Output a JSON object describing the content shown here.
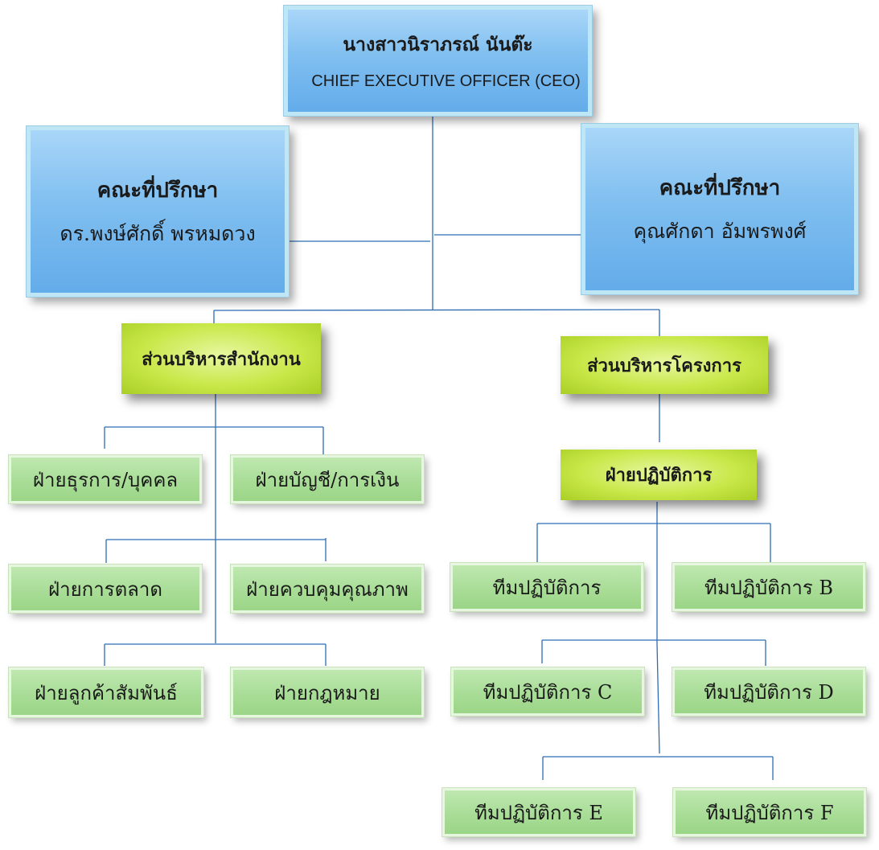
{
  "ceo": {
    "name": "นางสาวนิราภรณ์ นันต๊ะ",
    "title": "CHIEF EXECUTIVE OFFICER (CEO)"
  },
  "advisors": [
    {
      "title": "คณะที่ปรึกษา",
      "name": "ดร.พงษ์ศักดิ์ พรหมดวง"
    },
    {
      "title": "คณะที่ปรึกษา",
      "name": "คุณศักดา อัมพรพงศ์"
    }
  ],
  "office_admin": {
    "label": "ส่วนบริหารสำนักงาน",
    "departments": [
      "ฝ่ายธุรการ/บุคคล",
      "ฝ่ายบัญชี/การเงิน",
      "ฝ่ายการตลาด",
      "ฝ่ายควบคุมคุณภาพ",
      "ฝ่ายลูกค้าสัมพันธ์",
      "ฝ่ายกฎหมาย"
    ]
  },
  "project_admin": {
    "label": "ส่วนบริหารโครงการ",
    "operations": "ฝ่ายปฏิบัติการ",
    "teams": [
      "ทีมปฏิบัติการ",
      "ทีมปฏิบัติการ B",
      "ทีมปฏิบัติการ C",
      "ทีมปฏิบัติการ D",
      "ทีมปฏิบัติการ E",
      "ทีมปฏิบัติการ F"
    ]
  },
  "colors": {
    "connector": "#2f6db3",
    "blue_box": "#80bff0",
    "yellow_box": "#c9e84a",
    "green_box": "#a7dc95"
  }
}
